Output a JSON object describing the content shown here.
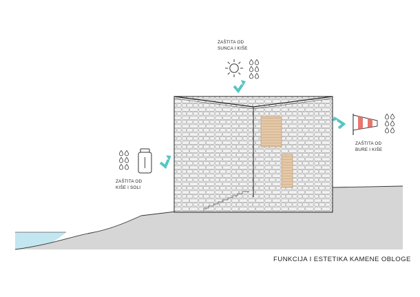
{
  "annotations": {
    "sun_rain": {
      "line1": "ZAŠTITA OD",
      "line2": "SUNCA I KIŠE"
    },
    "wind_rain": {
      "line1": "ZAŠTITA OD",
      "line2": "BURE I KIŠE"
    },
    "rain_salt": {
      "line1": "ZAŠTITA OD",
      "line2": "KIŠE I SOLI"
    }
  },
  "caption": "FUNKCIJA I ESTETIKA KAMENE OBLOGE",
  "icons": {
    "sun": "sun-icon",
    "rain": "raindrops-icon",
    "windsock": "windsock-icon",
    "salt": "salt-shaker-icon",
    "arrow": "corner-arrow-icon"
  },
  "colors": {
    "ground": "#d6d6d6",
    "sea": "#c2e7f0",
    "arrow": "#57c6c1",
    "shutter": "#e4c8a7",
    "stone_fill": "#f2f2f2",
    "stone_line": "#9a9a9a",
    "outline": "#222222"
  }
}
